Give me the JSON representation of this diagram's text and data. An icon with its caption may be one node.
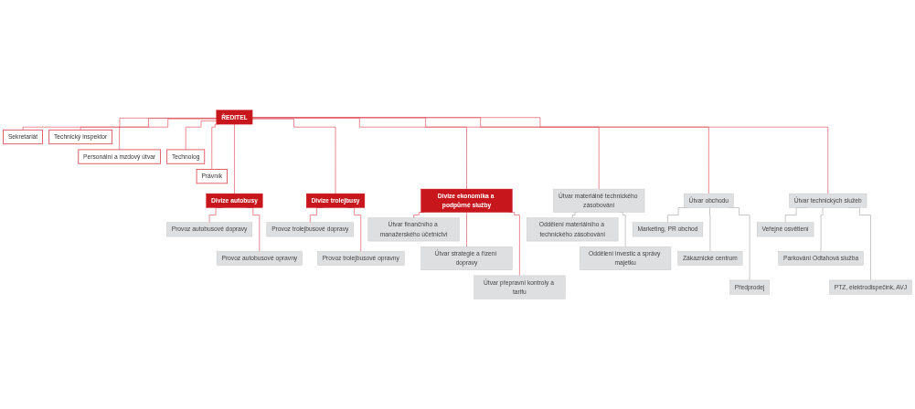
{
  "diagram": {
    "nodes": [
      {
        "text": [
          "ŘEDITEL"
        ]
      },
      {
        "text": [
          "Sekretariát"
        ]
      },
      {
        "text": [
          "Technický inspektor"
        ]
      },
      {
        "text": [
          "Personální a mzdový útvar"
        ]
      },
      {
        "text": [
          "Technolog"
        ]
      },
      {
        "text": [
          "Právník"
        ]
      },
      {
        "text": [
          "Divize autobusy"
        ]
      },
      {
        "text": [
          "Provoz autobusové dopravy"
        ]
      },
      {
        "text": [
          "Provoz autobusové opravny"
        ]
      },
      {
        "text": [
          "Divize trolejbusy"
        ]
      },
      {
        "text": [
          "Provoz trolejbusové dopravy"
        ]
      },
      {
        "text": [
          "Provoz trolejbusové opravny"
        ]
      },
      {
        "text": [
          "Divize ekonomika a podpůrné služby"
        ]
      },
      {
        "text": [
          "Útvar finančního a manažerského účetnictví"
        ]
      },
      {
        "text": [
          "Útvar strategie a řízení dopravy"
        ]
      },
      {
        "text": [
          "Útvar přepravní kontroly a tarifu"
        ]
      },
      {
        "text": [
          "Útvar materiálně technického zásobování"
        ]
      },
      {
        "text": [
          "Oddělení materiálního a technického zásobování"
        ]
      },
      {
        "text": [
          "Oddělení investic a správy majetku"
        ]
      },
      {
        "text": [
          "Útvar obchodu"
        ]
      },
      {
        "text": [
          "Marketing, PR obchod"
        ]
      },
      {
        "text": [
          "Zákaznické centrum"
        ]
      },
      {
        "text": [
          "Předprodej"
        ]
      },
      {
        "text": [
          "Útvar technických služeb"
        ]
      },
      {
        "text": [
          "Veřejné osvětlení"
        ]
      },
      {
        "text": [
          "Parkování Odtahová služba"
        ]
      },
      {
        "text": [
          "PTZ, elektrodispečink, AVJ"
        ]
      }
    ],
    "edges": [
      {
        "from": 0,
        "to": 1,
        "arrow": "none"
      },
      {
        "from": 0,
        "to": 2,
        "arrow": "none"
      },
      {
        "from": 0,
        "to": 3,
        "arrow": "none"
      },
      {
        "from": 0,
        "to": 4,
        "arrow": "none"
      },
      {
        "from": 0,
        "to": 5,
        "arrow": "none"
      },
      {
        "from": 0,
        "to": 6,
        "arrow": "none"
      },
      {
        "from": 6,
        "to": 7,
        "arrow": "none"
      },
      {
        "from": 6,
        "to": 8,
        "arrow": "none"
      },
      {
        "from": 0,
        "to": 9,
        "arrow": "none"
      },
      {
        "from": 9,
        "to": 10,
        "arrow": "none"
      },
      {
        "from": 9,
        "to": 11,
        "arrow": "none"
      },
      {
        "from": 0,
        "to": 12,
        "arrow": "none"
      },
      {
        "from": 12,
        "to": 13,
        "arrow": "none"
      },
      {
        "from": 12,
        "to": 14,
        "arrow": "none"
      },
      {
        "from": 12,
        "to": 15,
        "arrow": "none"
      },
      {
        "from": 0,
        "to": 16,
        "arrow": "none"
      },
      {
        "from": 16,
        "to": 17,
        "arrow": "none",
        "color": "#aaaaaa"
      },
      {
        "from": 16,
        "to": 18,
        "arrow": "none",
        "color": "#aaaaaa"
      },
      {
        "from": 0,
        "to": 19,
        "arrow": "none"
      },
      {
        "from": 19,
        "to": 20,
        "arrow": "none",
        "color": "#aaaaaa"
      },
      {
        "from": 19,
        "to": 21,
        "arrow": "none",
        "color": "#aaaaaa"
      },
      {
        "from": 19,
        "to": 22,
        "arrow": "none",
        "color": "#aaaaaa"
      },
      {
        "from": 0,
        "to": 23,
        "arrow": "none"
      },
      {
        "from": 23,
        "to": 24,
        "arrow": "none",
        "color": "#aaaaaa"
      },
      {
        "from": 23,
        "to": 25,
        "arrow": "none",
        "color": "#aaaaaa"
      },
      {
        "from": 23,
        "to": 26,
        "arrow": "none",
        "color": "#aaaaaa"
      }
    ]
  }
}
